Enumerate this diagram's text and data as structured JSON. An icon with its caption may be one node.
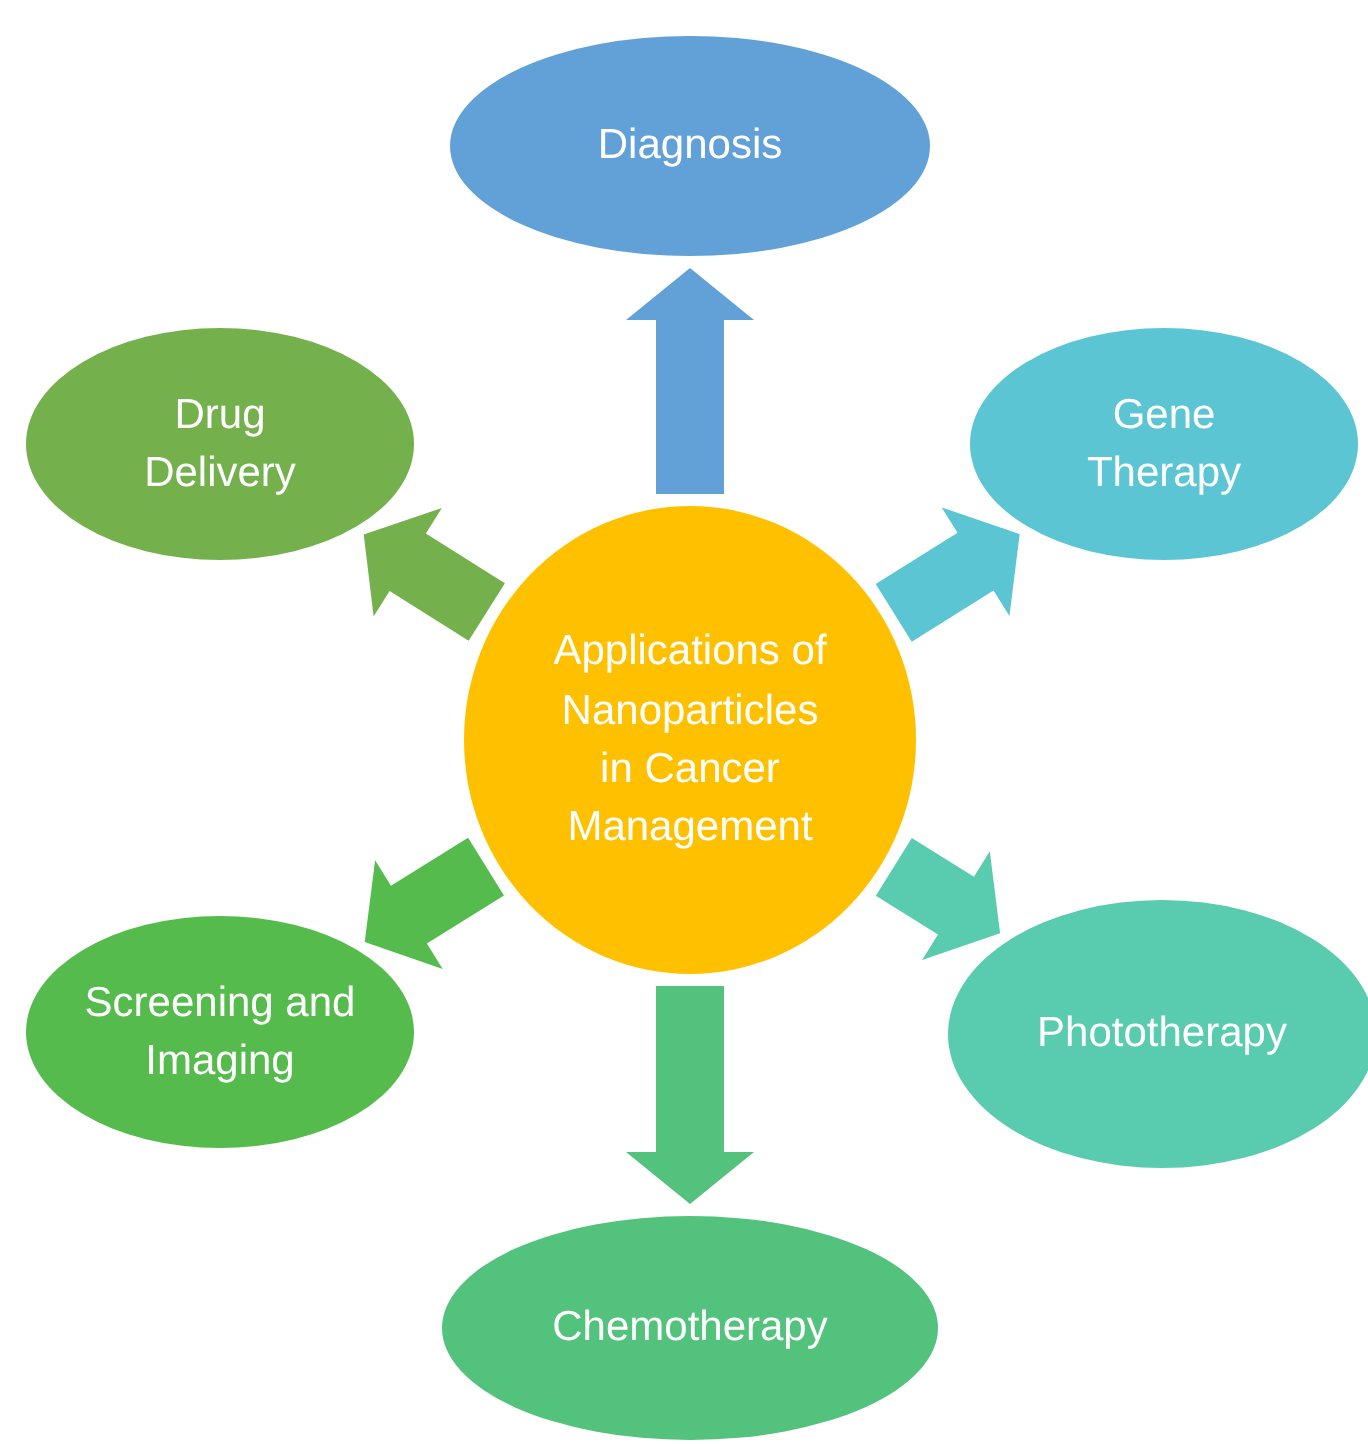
{
  "diagram": {
    "nodes": [
      {
        "text": [
          "Applications of Nanoparticles in Cancer Management"
        ]
      },
      {
        "text": [
          "Diagnosis"
        ]
      },
      {
        "text": [
          "Drug Delivery"
        ]
      },
      {
        "text": [
          "Gene Therapy"
        ]
      },
      {
        "text": [
          "Screening and Imaging"
        ]
      },
      {
        "text": [
          "Phototherapy"
        ]
      },
      {
        "text": [
          "Chemotherapy"
        ]
      }
    ],
    "edges": [
      {
        "from": 0,
        "to": 1,
        "arrow": "to",
        "style": "thick",
        "color": "#62a0d8"
      },
      {
        "from": 0,
        "to": 2,
        "arrow": "to",
        "style": "thick",
        "color": "#74b04c"
      },
      {
        "from": 0,
        "to": 3,
        "arrow": "to",
        "style": "thick",
        "color": "#5bc5d3"
      },
      {
        "from": 0,
        "to": 4,
        "arrow": "to",
        "style": "thick",
        "color": "#55bb4c"
      },
      {
        "from": 0,
        "to": 5,
        "arrow": "to",
        "style": "thick",
        "color": "#59ccb0"
      },
      {
        "from": 0,
        "to": 6,
        "arrow": "to",
        "style": "thick",
        "color": "#52c27c"
      }
    ]
  }
}
